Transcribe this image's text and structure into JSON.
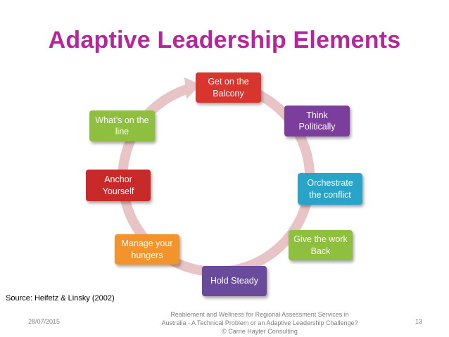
{
  "slide": {
    "title": "Adaptive Leadership Elements",
    "title_color": "#b5269a",
    "source": "Source: Heifetz & Linsky (2002)",
    "footer": {
      "date": "28/07/2015",
      "center_text": "Reablement and Wellness for Regional Assessment Services in Australia - A Technical Problem or an Adaptive Leadership Challenge? © Carrie Hayter Consulting",
      "page_number": "13"
    }
  },
  "cycle": {
    "arrow_color": "#e8c4c6",
    "nodes": [
      {
        "id": "get-on-the-balcony",
        "label": "Get on the Balcony",
        "color": "#d9352f"
      },
      {
        "id": "think-politically",
        "label": "Think Politically",
        "color": "#7c3e9c"
      },
      {
        "id": "orchestrate-the-conflict",
        "label": "Orchestrate the conflict",
        "color": "#2aa3c9"
      },
      {
        "id": "give-the-work-back",
        "label": "Give the work Back",
        "color": "#8ebf3e"
      },
      {
        "id": "hold-steady",
        "label": "Hold Steady",
        "color": "#6a4a9b"
      },
      {
        "id": "manage-your-hungers",
        "label": "Manage your hungers",
        "color": "#f2942b"
      },
      {
        "id": "anchor-yourself",
        "label": "Anchor Yourself",
        "color": "#c82a2a"
      },
      {
        "id": "whats-on-the-line",
        "label": "What’s on the line",
        "color": "#8ebf3e"
      }
    ]
  }
}
